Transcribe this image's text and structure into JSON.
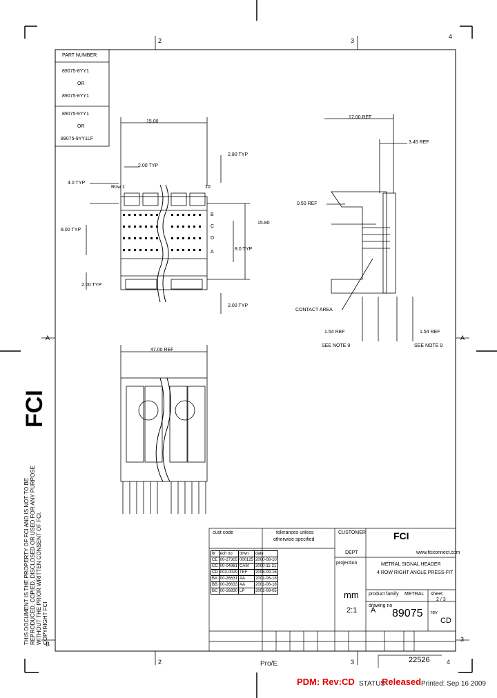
{
  "zones": {
    "top": [
      "2",
      "3",
      "4"
    ],
    "bottom": [
      "2",
      "3",
      "4"
    ],
    "right": [
      "A",
      "3"
    ],
    "left": [
      "A",
      "B"
    ]
  },
  "part_box": {
    "header": "PART NUMBER",
    "group1": [
      "89075-8YY1",
      "OR",
      "89075-8YY1"
    ],
    "group2": [
      "89075-9YY1",
      "OR",
      "89075-9YY1LF"
    ]
  },
  "front_view": {
    "dims": {
      "width": "15.00",
      "pitch": "2.00 TYP",
      "left_offset": "4.0 TYP",
      "side_a": "8.00 TYP",
      "side_b": "2.00 TYP",
      "top_right": "2.80 TYP",
      "height": "15.80",
      "inner": "8.0 TYP",
      "bottom_right": "2.00 TYP"
    },
    "pin_labels": [
      "B",
      "C",
      "D",
      "A"
    ],
    "row_label": "Row 1",
    "col_label": "10"
  },
  "side_view": {
    "dims": {
      "depth": "17.00 REF",
      "offset": "3.45 REF",
      "tail": "0.50 REF",
      "contact_area": "CONTACT AREA",
      "note_left": [
        "1.54 REF",
        "SEE NOTE 9"
      ],
      "note_right": [
        "1.54 REF",
        "SEE NOTE 9"
      ]
    }
  },
  "bottom_view": {
    "dims": {
      "length": "47.00 REF"
    }
  },
  "logo": {
    "text": "FCI",
    "color": "#000000"
  },
  "notice_lines": [
    "THIS DOCUMENT IS THE PROPERTY OF FCI AND IS NOT TO BE",
    "REPRODUCED, COPIED, DISCLOSED OR USED FOR ANY PURPOSE",
    "WITHOUT THE PRIOR WRITTEN CONSENT OF FCI.",
    "COPYRIGHT FCI"
  ],
  "title_block": {
    "cust_code": "cust code",
    "tolerance": [
      "tolerances unless",
      "otherwise specified"
    ],
    "customer": "CUSTOMER",
    "dept": "DEPT",
    "company_url": "www.fciconnect.com",
    "revision_rows": [
      [
        "CE",
        "00-27305",
        "000125",
        "2000-08-10"
      ],
      [
        "CC",
        "00-04981",
        "CAM",
        "2000-11-21"
      ],
      [
        "CD",
        "003-0029",
        "TEF",
        "2008-09-16"
      ],
      [
        "BA",
        "00-26631",
        "AA",
        "2001-06-18"
      ],
      [
        "BB",
        "00-26633",
        "AA",
        "2001-06-18"
      ],
      [
        "BC",
        "00-26830",
        "LP",
        "2001-09-05"
      ]
    ],
    "rev_headers": [
      "ltr",
      "ech no",
      "drwn",
      "date"
    ],
    "projection": "projection",
    "title_lines": [
      "METRAL SIGNAL HEADER",
      "4 ROW RIGHT ANGLE PRESS-FIT"
    ],
    "scale": "2:1",
    "size": "A",
    "product_family": "product family",
    "family_value": "METRAL",
    "drawing_no_label": "drawing no",
    "drawing_no": "89075",
    "sheet_label": "sheet",
    "sheet_value": "2 / 3",
    "revision_label": "rev",
    "revision_value": "CD",
    "units": "mm",
    "page_code": "22526"
  },
  "footer": {
    "proe": "Pro/E",
    "pdm": "PDM: Rev:CD",
    "status_label": "STATUS",
    "status_value": "Released",
    "printed": "Printed: Sep 16 2009"
  }
}
